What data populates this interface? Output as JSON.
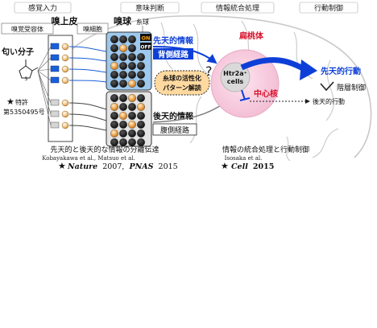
{
  "stages": [
    "感覚入力",
    "意味判断",
    "情報統合処理",
    "行動制御"
  ],
  "anatomy": {
    "epithelium": "嗅上皮",
    "receptor_cell": "嗅細胞",
    "bulb": "嗅球",
    "glomerulus": "糸球",
    "receptor": "嗅覚受容体",
    "odor": "匂い分子",
    "amygdala": "扁桃体",
    "central_nucleus": "中心核",
    "htr2a_line1": "Htr2a⁺",
    "htr2a_line2": "cells"
  },
  "on_label": "ON",
  "off_label": "OFF",
  "innate": {
    "info": "先天的情報",
    "pathway": "背側経路",
    "behavior": "先天的行動"
  },
  "learned": {
    "info": "後天的情報",
    "pathway": "腹側経路",
    "behavior": "後天的行動"
  },
  "decoding_line1": "糸球の活性化",
  "decoding_line2": "パターン解読",
  "question_mark": "?",
  "hierarchy": "階層制御",
  "patent_line1": "特許",
  "patent_line2": "第5350495号",
  "star": "★",
  "caption_left": "先天的と後天的な情報の分離伝達",
  "caption_right": "情報の統合処理と行動制御",
  "authors_left": "Kobayakawa et al., Matsuo et al.",
  "authors_right": "Isosaka et al.",
  "journals_left": [
    {
      "name": "Nature",
      "year": "2007,"
    },
    {
      "name": "PNAS",
      "year": "2015"
    }
  ],
  "journal_right": {
    "name": "Cell",
    "year": "2015"
  },
  "colors": {
    "blue": "#0d3fd8",
    "red": "#d8102a",
    "pink": "#f6cfe0",
    "orange": "#e39a3c",
    "bulb_blue": "#9ec9ee",
    "gray": "#d9d9d9"
  }
}
